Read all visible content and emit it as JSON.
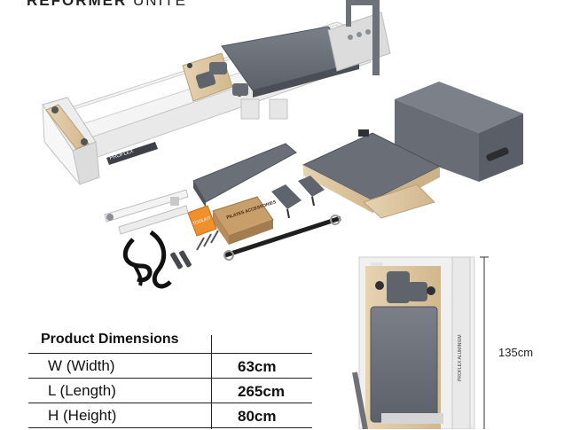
{
  "header": {
    "title_bold": "REFORMER",
    "title_light": "UNITE"
  },
  "product": {
    "brand_plate": "PROFLEX",
    "accessory_box": "PILATES ACCESSORIES",
    "toolkit": "TOOLKIT",
    "upright_side_text": "PROFLEX ALUMINIUM"
  },
  "dimensions": {
    "heading": "Product Dimensions",
    "rows": [
      {
        "label": "W (Width)",
        "value": "63cm"
      },
      {
        "label": "L (Length)",
        "value": "265cm"
      },
      {
        "label": "H (Height)",
        "value": "80cm"
      }
    ]
  },
  "upright_height": "135cm",
  "colors": {
    "frame": "#f2f2f2",
    "pad": "#6b7079",
    "wood": "#dcc7a3",
    "text": "#111111"
  }
}
